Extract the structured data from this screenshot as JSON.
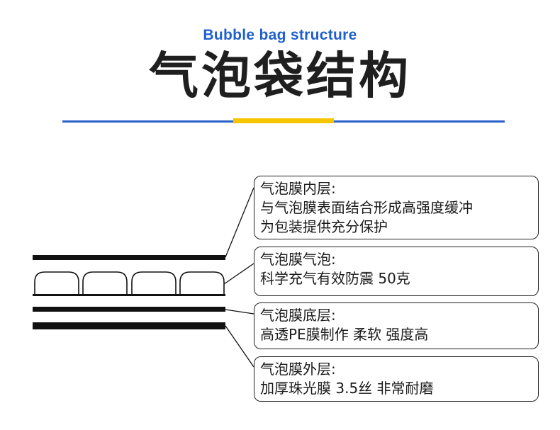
{
  "header": {
    "subtitle": "Bubble bag structure",
    "title": "气泡袋结构"
  },
  "colors": {
    "subtitle": "#1f5fcf",
    "rule": "#2860c7",
    "accent": "#f7c400",
    "line": "#111111"
  },
  "callouts": [
    {
      "heading": "气泡膜内层:",
      "lines": [
        "与气泡膜表面结合形成高强度缓冲",
        "为包装提供充分保护"
      ]
    },
    {
      "heading": "气泡膜气泡:",
      "lines": [
        "科学充气有效防震 50克"
      ]
    },
    {
      "heading": "气泡膜底层:",
      "lines": [
        "高透PE膜制作 柔软 强度高"
      ]
    },
    {
      "heading": "气泡膜外层:",
      "lines": [
        "加厚珠光膜 3.5丝 非常耐磨"
      ]
    }
  ]
}
